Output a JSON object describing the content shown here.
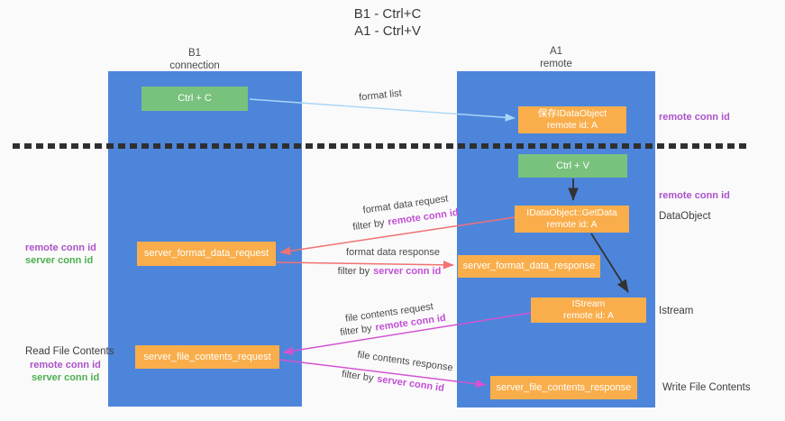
{
  "title": {
    "line1": "B1 - Ctrl+C",
    "line2": "A1 - Ctrl+V"
  },
  "lifelines": {
    "left": {
      "name": "B1",
      "subtitle": "connection"
    },
    "right": {
      "name": "A1",
      "subtitle": "remote"
    }
  },
  "boxes": {
    "ctrl_c": {
      "label": "Ctrl + C"
    },
    "save_idataobject": {
      "line1": "保存IDataObject",
      "line2": "remote id: A"
    },
    "ctrl_v": {
      "label": "Ctrl + V"
    },
    "getdata": {
      "line1": "IDataObject::GetData",
      "line2": "remote id: A"
    },
    "server_format_data_request": {
      "label": "server_format_data_request"
    },
    "server_format_data_response": {
      "label": "server_format_data_response"
    },
    "istream": {
      "line1": "IStream",
      "line2": "remote id: A"
    },
    "server_file_contents_request": {
      "label": "server_file_contents_request"
    },
    "server_file_contents_response": {
      "label": "server_file_contents_response"
    }
  },
  "flow_labels": {
    "format_list": "format list",
    "format_data_request": "format data request",
    "format_data_response": "format data response",
    "file_contents_request": "file contents request",
    "file_contents_response": "file contents response",
    "filter_by": "filter by",
    "remote_conn_id": "remote conn id",
    "server_conn_id": "server conn id"
  },
  "side_labels": {
    "remote_conn_top": "remote conn id",
    "remote_conn_mid": "remote conn id",
    "dataobject": "DataObject",
    "istream": "Istream",
    "write_file_contents": "Write File Contents",
    "read_file_contents": "Read File Contents",
    "left_remote_conn_1": "remote conn id",
    "left_server_conn_1": "server conn id",
    "left_remote_conn_2": "remote conn id",
    "left_server_conn_2": "server conn id"
  },
  "colors": {
    "lifeline_blue": "#4D85DB",
    "box_green": "#79C27E",
    "box_orange": "#F9AE4B",
    "purple_label": "#AB53C9",
    "green_label": "#4CAF50",
    "magenta_label": "#C24FD6",
    "arrow_blue": "#A9D6F5",
    "arrow_salmon": "#F17173",
    "arrow_magenta": "#D254D2",
    "arrow_black": "#333333",
    "background": "#FAFAFA"
  }
}
